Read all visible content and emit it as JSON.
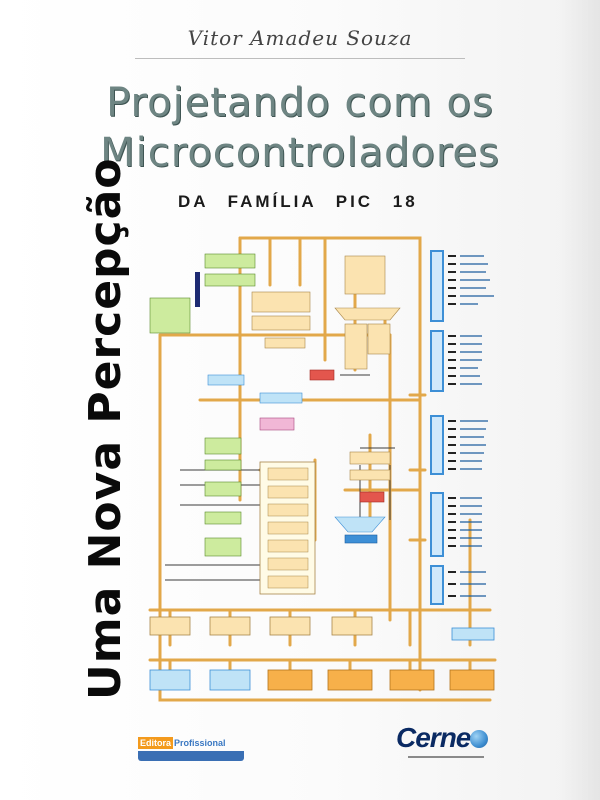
{
  "author": "Vitor Amadeu Souza",
  "title_line1": "Projetando com os",
  "title_line2": "Microcontroladores",
  "subtitle": "DA FAMÍLIA PIC 18",
  "vertical_title": "Uma Nova Percepção",
  "publisher_logo": {
    "part1": "Editora",
    "part2": "Profissional"
  },
  "distributor_logo": "Cerne",
  "colors": {
    "title": "#6e8583",
    "box_green": "#cdeb9e",
    "box_tan": "#fbe3b0",
    "box_blue": "#bfe3f7",
    "box_red": "#e3564d",
    "bus_line": "#e2a84a",
    "port_blue": "#3d8fd6",
    "cerne_blue": "#0a2a63"
  },
  "icons": [
    "block-diagram-illustration",
    "globe-icon"
  ]
}
